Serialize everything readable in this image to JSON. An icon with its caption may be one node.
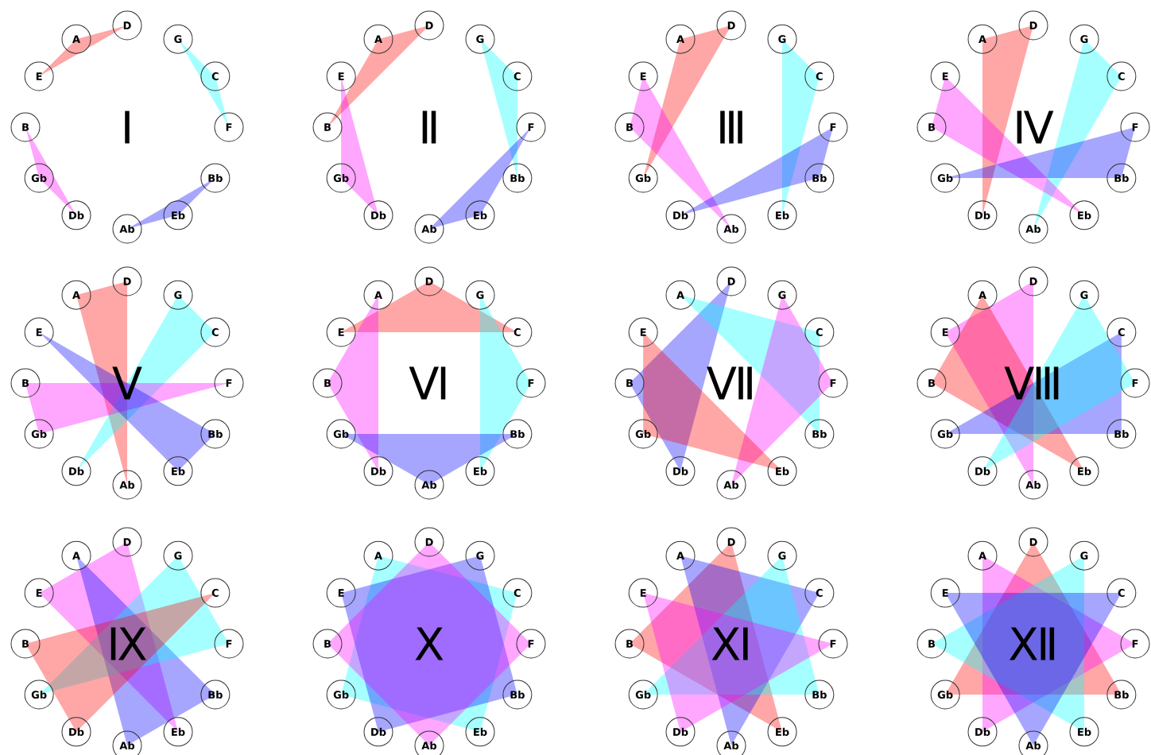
{
  "diagram": {
    "nodes": [
      {
        "text": [
          "D"
        ]
      },
      {
        "text": [
          "A"
        ]
      },
      {
        "text": [
          "G"
        ]
      },
      {
        "text": [
          "E"
        ]
      },
      {
        "text": [
          "C"
        ]
      },
      {
        "text": [
          "B"
        ]
      },
      {
        "text": [
          "F"
        ]
      },
      {
        "text": [
          "Gb"
        ]
      },
      {
        "text": [
          "Bb"
        ]
      },
      {
        "text": [
          "Db"
        ]
      },
      {
        "text": [
          "Eb"
        ]
      },
      {
        "text": [
          "Ab"
        ]
      },
      {
        "text": [
          "D"
        ]
      },
      {
        "text": [
          "A"
        ]
      },
      {
        "text": [
          "G"
        ]
      },
      {
        "text": [
          "E"
        ]
      },
      {
        "text": [
          "C"
        ]
      },
      {
        "text": [
          "B"
        ]
      },
      {
        "text": [
          "F"
        ]
      },
      {
        "text": [
          "Gb"
        ]
      },
      {
        "text": [
          "Bb"
        ]
      },
      {
        "text": [
          "Db"
        ]
      },
      {
        "text": [
          "Eb"
        ]
      },
      {
        "text": [
          "Ab"
        ]
      },
      {
        "text": [
          "D"
        ]
      },
      {
        "text": [
          "A"
        ]
      },
      {
        "text": [
          "G"
        ]
      },
      {
        "text": [
          "E"
        ]
      },
      {
        "text": [
          "C"
        ]
      },
      {
        "text": [
          "B"
        ]
      },
      {
        "text": [
          "F"
        ]
      },
      {
        "text": [
          "Gb"
        ]
      },
      {
        "text": [
          "Bb"
        ]
      },
      {
        "text": [
          "Db"
        ]
      },
      {
        "text": [
          "Eb"
        ]
      },
      {
        "text": [
          "Ab"
        ]
      },
      {
        "text": [
          "D"
        ]
      },
      {
        "text": [
          "A"
        ]
      },
      {
        "text": [
          "G"
        ]
      },
      {
        "text": [
          "E"
        ]
      },
      {
        "text": [
          "C"
        ]
      },
      {
        "text": [
          "B"
        ]
      },
      {
        "text": [
          "F"
        ]
      },
      {
        "text": [
          "Gb"
        ]
      },
      {
        "text": [
          "Bb"
        ]
      },
      {
        "text": [
          "Db"
        ]
      },
      {
        "text": [
          "Eb"
        ]
      },
      {
        "text": [
          "Ab"
        ]
      },
      {
        "text": [
          "D"
        ]
      },
      {
        "text": [
          "A"
        ]
      },
      {
        "text": [
          "G"
        ]
      },
      {
        "text": [
          "E"
        ]
      },
      {
        "text": [
          "C"
        ]
      },
      {
        "text": [
          "B"
        ]
      },
      {
        "text": [
          "F"
        ]
      },
      {
        "text": [
          "Gb"
        ]
      },
      {
        "text": [
          "Bb"
        ]
      },
      {
        "text": [
          "Db"
        ]
      },
      {
        "text": [
          "Eb"
        ]
      },
      {
        "text": [
          "Ab"
        ]
      },
      {
        "text": [
          "D"
        ]
      },
      {
        "text": [
          "A"
        ]
      },
      {
        "text": [
          "G"
        ]
      },
      {
        "text": [
          "E"
        ]
      },
      {
        "text": [
          "C"
        ]
      },
      {
        "text": [
          "B"
        ]
      },
      {
        "text": [
          "F"
        ]
      },
      {
        "text": [
          "Gb"
        ]
      },
      {
        "text": [
          "Bb"
        ]
      },
      {
        "text": [
          "Db"
        ]
      },
      {
        "text": [
          "Eb"
        ]
      },
      {
        "text": [
          "Ab"
        ]
      },
      {
        "text": [
          "D"
        ]
      },
      {
        "text": [
          "A"
        ]
      },
      {
        "text": [
          "G"
        ]
      },
      {
        "text": [
          "E"
        ]
      },
      {
        "text": [
          "C"
        ]
      },
      {
        "text": [
          "B"
        ]
      },
      {
        "text": [
          "F"
        ]
      },
      {
        "text": [
          "Gb"
        ]
      },
      {
        "text": [
          "Bb"
        ]
      },
      {
        "text": [
          "Db"
        ]
      },
      {
        "text": [
          "Eb"
        ]
      },
      {
        "text": [
          "Ab"
        ]
      },
      {
        "text": [
          "D"
        ]
      },
      {
        "text": [
          "A"
        ]
      },
      {
        "text": [
          "G"
        ]
      },
      {
        "text": [
          "E"
        ]
      },
      {
        "text": [
          "C"
        ]
      },
      {
        "text": [
          "B"
        ]
      },
      {
        "text": [
          "F"
        ]
      },
      {
        "text": [
          "Gb"
        ]
      },
      {
        "text": [
          "Bb"
        ]
      },
      {
        "text": [
          "Db"
        ]
      },
      {
        "text": [
          "Eb"
        ]
      },
      {
        "text": [
          "Ab"
        ]
      },
      {
        "text": [
          "D"
        ]
      },
      {
        "text": [
          "A"
        ]
      },
      {
        "text": [
          "G"
        ]
      },
      {
        "text": [
          "E"
        ]
      },
      {
        "text": [
          "C"
        ]
      },
      {
        "text": [
          "B"
        ]
      },
      {
        "text": [
          "F"
        ]
      },
      {
        "text": [
          "Gb"
        ]
      },
      {
        "text": [
          "Bb"
        ]
      },
      {
        "text": [
          "Db"
        ]
      },
      {
        "text": [
          "Eb"
        ]
      },
      {
        "text": [
          "Ab"
        ]
      },
      {
        "text": [
          "D"
        ]
      },
      {
        "text": [
          "A"
        ]
      },
      {
        "text": [
          "G"
        ]
      },
      {
        "text": [
          "E"
        ]
      },
      {
        "text": [
          "C"
        ]
      },
      {
        "text": [
          "B"
        ]
      },
      {
        "text": [
          "F"
        ]
      },
      {
        "text": [
          "Gb"
        ]
      },
      {
        "text": [
          "Bb"
        ]
      },
      {
        "text": [
          "Db"
        ]
      },
      {
        "text": [
          "Eb"
        ]
      },
      {
        "text": [
          "Ab"
        ]
      },
      {
        "text": [
          "D"
        ]
      },
      {
        "text": [
          "A"
        ]
      },
      {
        "text": [
          "G"
        ]
      },
      {
        "text": [
          "E"
        ]
      },
      {
        "text": [
          "C"
        ]
      },
      {
        "text": [
          "B"
        ]
      },
      {
        "text": [
          "F"
        ]
      },
      {
        "text": [
          "Gb"
        ]
      },
      {
        "text": [
          "Bb"
        ]
      },
      {
        "text": [
          "Db"
        ]
      },
      {
        "text": [
          "Eb"
        ]
      },
      {
        "text": [
          "Ab"
        ]
      },
      {
        "text": [
          "D"
        ]
      },
      {
        "text": [
          "A"
        ]
      },
      {
        "text": [
          "G"
        ]
      },
      {
        "text": [
          "E"
        ]
      },
      {
        "text": [
          "C"
        ]
      },
      {
        "text": [
          "B"
        ]
      },
      {
        "text": [
          "F"
        ]
      },
      {
        "text": [
          "Gb"
        ]
      },
      {
        "text": [
          "Bb"
        ]
      },
      {
        "text": [
          "Db"
        ]
      },
      {
        "text": [
          "Eb"
        ]
      },
      {
        "text": [
          "Ab"
        ]
      }
    ],
    "labels": [
      "Ⅰ",
      "Ⅱ",
      "Ⅲ",
      "Ⅳ",
      "Ⅴ",
      "Ⅵ",
      "Ⅶ",
      "Ⅷ",
      "Ⅸ",
      "Ⅹ",
      "Ⅺ",
      "Ⅻ"
    ]
  }
}
